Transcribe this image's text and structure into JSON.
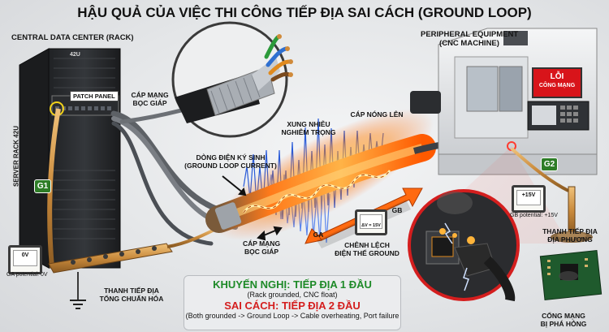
{
  "title": "HẬU QUẢ CỦA VIỆC THI CÔNG TIẾP ĐỊA SAI CÁCH (GROUND LOOP)",
  "sections": {
    "left": "CENTRAL DATA CENTER (RACK)",
    "right_line1": "PERIPHERAL EQUIPMENT",
    "right_line2": "(CNC MACHINE)"
  },
  "rack": {
    "top_badge": "42U",
    "patch_panel": "PATCH PANEL",
    "side_label": "SERVER RACK 42U",
    "ground_tag": "G1"
  },
  "machine": {
    "screen_line1": "LỖI",
    "screen_line2": "CÔNG MẠNG",
    "ground_tag": "G2"
  },
  "labels": {
    "shielded_cable_top": [
      "CÁP MẠNG",
      "BỌC GIÁP"
    ],
    "noise": [
      "XUNG NHIỄU",
      "NGHIÊM TRỌNG"
    ],
    "cable_hot": "CÁP NÓNG LÊN",
    "parasitic_current": [
      "DÒNG ĐIỆN KÝ SINH",
      "(GROUND LOOP CURRENT)"
    ],
    "shielded_cable_bottom": [
      "CÁP MẠNG",
      "BỌC GIÁP"
    ],
    "ga": "GA",
    "gb": "GB",
    "potential_diff": [
      "CHÊNH LỆCH",
      "ĐIỆN THẾ GROUND"
    ],
    "busbar": [
      "THANH TIẾP ĐỊA",
      "TỔNG CHUẨN HÓA"
    ],
    "local_ground": [
      "THANH TIẾP ĐỊA",
      "ĐỊA PHƯƠNG"
    ],
    "port_damaged": [
      "CỔNG MẠNG",
      "BỊ PHÁ HỎNG"
    ]
  },
  "meters": {
    "ga_reading": "0V",
    "ga_caption": "GA potential: 0V",
    "gb_reading": "+15V",
    "gb_caption": "GB potential: +15V",
    "mid_reading": "ΔV = 15V"
  },
  "info": {
    "recommend": "KHUYẾN NGHỊ: TIẾP ĐỊA 1 ĐẦU",
    "recommend_sub": "(Rack grounded, CNC float)",
    "wrong": "SAI CÁCH: TIẾP ĐỊA 2 ĐẦU",
    "wrong_sub": "(Both grounded -> Ground Loop -> Cable overheating, Port failure"
  },
  "colors": {
    "green": "#1e8a28",
    "red": "#d41e1e",
    "wire_copper": "#c98a3c",
    "heat_orange": "#ff6a10",
    "noise_blue": "#2a5bd8"
  }
}
